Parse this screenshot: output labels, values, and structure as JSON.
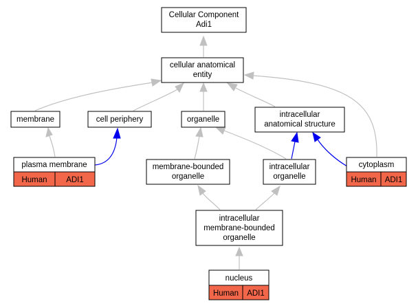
{
  "nodes": {
    "root": {
      "line1": "Cellular Component",
      "line2": "Adi1"
    },
    "cae": {
      "line1": "cellular anatomical",
      "line2": "entity"
    },
    "membrane": {
      "label": "membrane"
    },
    "cell_periphery": {
      "label": "cell periphery"
    },
    "organelle": {
      "label": "organelle"
    },
    "ias": {
      "line1": "intracellular",
      "line2": "anatomical structure"
    },
    "plasma_membrane": {
      "label": "plasma membrane",
      "species": "Human",
      "gene": "ADI1"
    },
    "mbo": {
      "line1": "membrane-bounded",
      "line2": "organelle"
    },
    "io": {
      "line1": "intracellular",
      "line2": "organelle"
    },
    "cytoplasm": {
      "label": "cytoplasm",
      "species": "Human",
      "gene": "ADI1"
    },
    "imbo": {
      "line1": "intracellular",
      "line2": "membrane-bounded",
      "line3": "organelle"
    },
    "nucleus": {
      "label": "nucleus",
      "species": "Human",
      "gene": "ADI1"
    }
  },
  "colors": {
    "gray_edge": "#c0c0c0",
    "blue_edge": "#0000ee",
    "annotation_fill": "#f26649"
  }
}
